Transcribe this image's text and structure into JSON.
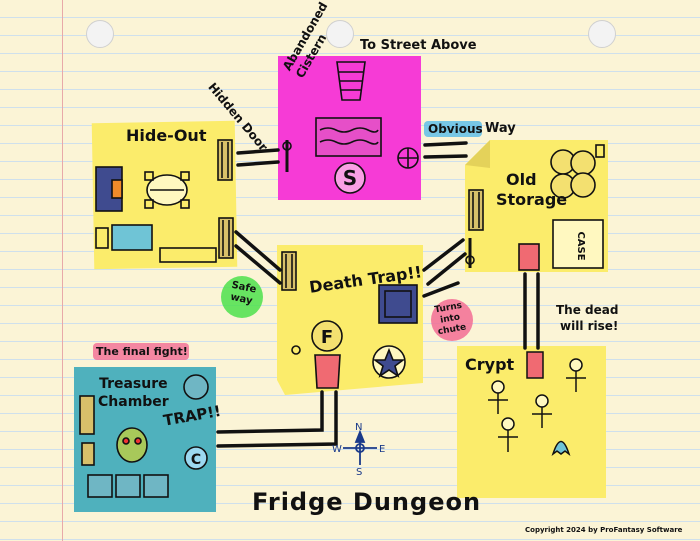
{
  "map": {
    "title": "Fridge Dungeon",
    "copyright": "Copyright 2024 by ProFantasy Software",
    "compass": {
      "n": "N",
      "e": "E",
      "s": "S",
      "w": "W"
    },
    "rooms": {
      "hideout": {
        "name": "Hide-Out",
        "color": "#fbec6b"
      },
      "cistern": {
        "name_line1": "Abandoned",
        "name_line2": "Cistern",
        "color": "#f63bd6"
      },
      "storage": {
        "name_line1": "Old",
        "name_line2": "Storage",
        "case_label": "CASE",
        "color": "#fbec6b"
      },
      "deathtrap": {
        "name": "Death Trap!!",
        "sign_letter": "F",
        "color": "#fbec6b"
      },
      "crypt": {
        "name": "Crypt",
        "color": "#fbec6b"
      },
      "treasure": {
        "name_line1": "Treasure",
        "name_line2": "Chamber",
        "trap_label": "TRAP!!",
        "sign_letter": "C",
        "color": "#4fb1bd"
      }
    },
    "annotations": {
      "street": "To Street Above",
      "hidden_door": "Hidden Door",
      "obvious": "Obvious",
      "way": "Way",
      "safe_way_line1": "Safe",
      "safe_way_line2": "way",
      "turns_chute_line1": "Turns",
      "turns_chute_line2": "into",
      "turns_chute_line3": "chute",
      "dead_rise_line1": "The dead",
      "dead_rise_line2": "will rise!",
      "final_fight": "The final fight!"
    },
    "colors": {
      "sticky_yellow": "#fbec6b",
      "sticky_pink": "#f63bd6",
      "sticky_teal": "#4fb1bd",
      "highlighter_green": "#4ce04c",
      "highlighter_pink": "#f26c94",
      "highlighter_blue": "#58bce8"
    }
  }
}
